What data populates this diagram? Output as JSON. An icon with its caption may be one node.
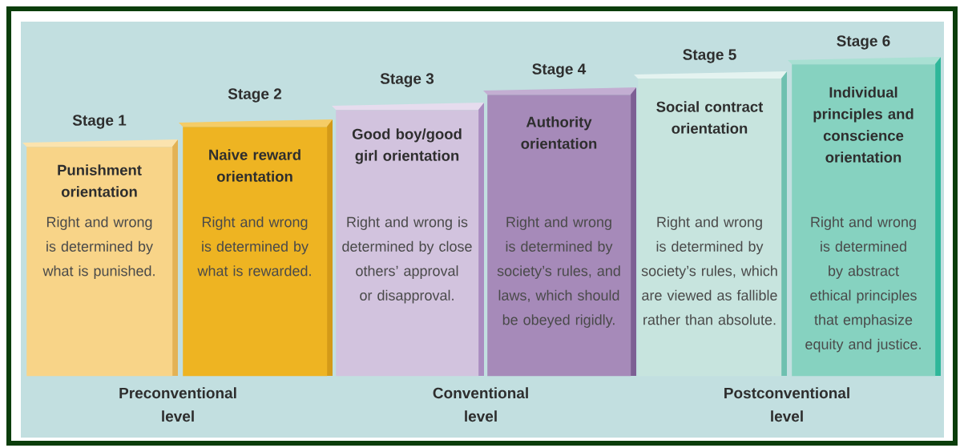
{
  "diagram": {
    "nodes": [
      {
        "text": [
          "Stage 1",
          "Punishment orientation",
          "Right and wrong is determined by what is punished."
        ]
      },
      {
        "text": [
          "Stage 2",
          "Naive reward orientation",
          "Right and wrong is determined by what is rewarded."
        ]
      },
      {
        "text": [
          "Stage 3",
          "Good boy/good girl orientation",
          "Right and wrong is determined by close others’ approval or disapproval."
        ]
      },
      {
        "text": [
          "Stage 4",
          "Authority orientation",
          "Right and wrong is determined by society’s rules, and laws, which should be obeyed rigidly."
        ]
      },
      {
        "text": [
          "Stage 5",
          "Social contract orientation",
          "Right and wrong is determined by society’s rules, which are viewed as fallible rather than absolute."
        ]
      },
      {
        "text": [
          "Stage 6",
          "Individual principles and conscience orientation",
          "Right and wrong is determined by abstract ethical principles that emphasize equity and justice."
        ]
      }
    ],
    "labels": [
      "Preconventional level",
      "Conventional level",
      "Postconventional level"
    ]
  }
}
